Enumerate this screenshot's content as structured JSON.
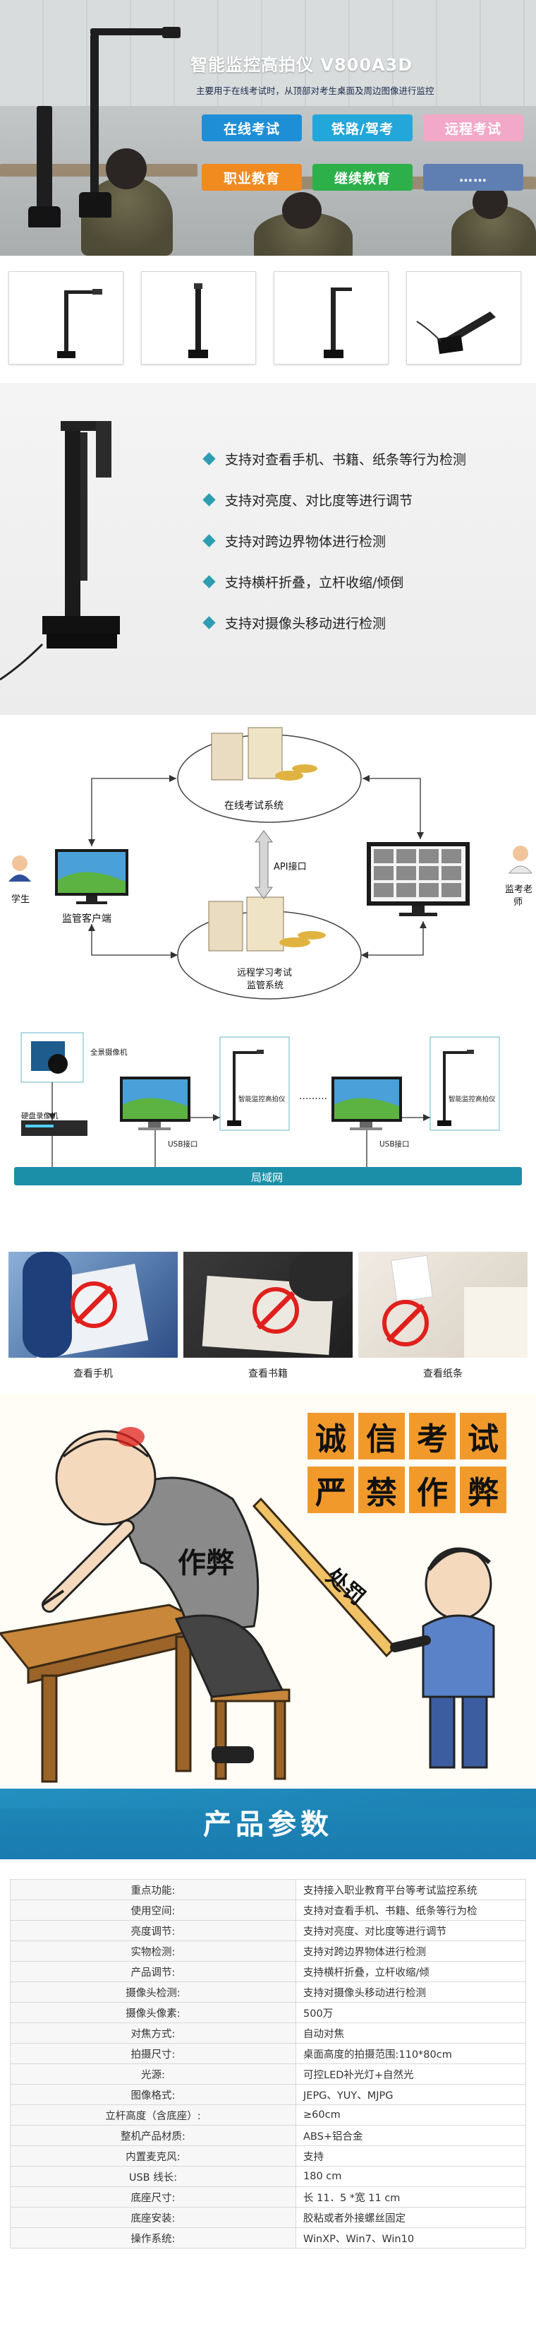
{
  "hero": {
    "title": "智能监控高拍仪 V800A3D",
    "subtitle": "主要用于在线考试时，从顶部对考生桌面及周边图像进行监控",
    "tags": [
      {
        "label": "在线考试",
        "color": "#1e8fd6"
      },
      {
        "label": "铁路/驾考",
        "color": "#23a6d9"
      },
      {
        "label": "远程考试",
        "color": "#f2a8c8"
      },
      {
        "label": "职业教育",
        "color": "#f18a1f"
      },
      {
        "label": "继续教育",
        "color": "#2db04a"
      },
      {
        "label": "……",
        "color": "#5f7fb2"
      }
    ]
  },
  "thumbnails": [
    {
      "name": "camera-upright-front"
    },
    {
      "name": "camera-upright-side"
    },
    {
      "name": "camera-upright-angle"
    },
    {
      "name": "camera-folded"
    }
  ],
  "features": [
    "支持对查看手机、书籍、纸条等行为检测",
    "支持对亮度、对比度等进行调节",
    "支持对跨边界物体进行检测",
    "支持横杆折叠，立杆收缩/倾倒",
    "支持对摄像头移动进行检测"
  ],
  "topology": {
    "server_online": "在线考试系统",
    "api_label": "API接口",
    "server_remote_line1": "远程学习考试",
    "server_remote_line2": "监管系统",
    "student_label": "学生",
    "client_label": "监管客户端",
    "supervisor_line1": "监考老",
    "supervisor_line2": "师",
    "panorama_camera": "全景摄像机",
    "dvr_label": "硬盘录像机",
    "usb_left": "USB接口",
    "usb_right": "USB接口",
    "camera_tag_left": "智能监控高拍仪",
    "camera_tag_right": "智能监控高拍仪",
    "dots": "·········",
    "lan_label": "局域网"
  },
  "nocheat": [
    {
      "caption": "查看手机"
    },
    {
      "caption": "查看书籍"
    },
    {
      "caption": "查看纸条"
    }
  ],
  "poster": {
    "slogan_row1": [
      "诚",
      "信",
      "考",
      "试"
    ],
    "slogan_row2": [
      "严",
      "禁",
      "作",
      "弊"
    ],
    "cheat_label": "作弊",
    "punish_label": "处罚"
  },
  "params": {
    "title": "产品参数",
    "rows": [
      {
        "k": "重点功能:",
        "v": "支持接入职业教育平台等考试监控系统"
      },
      {
        "k": "使用空间:",
        "v": "支持对查看手机、书籍、纸条等行为检"
      },
      {
        "k": "亮度调节:",
        "v": "支持对亮度、对比度等进行调节"
      },
      {
        "k": "实物检测:",
        "v": "支持对跨边界物体进行检测"
      },
      {
        "k": "产品调节:",
        "v": "支持横杆折叠，立杆收缩/倾"
      },
      {
        "k": "摄像头检测:",
        "v": "支持对摄像头移动进行检测"
      },
      {
        "k": "摄像头像素:",
        "v": "500万"
      },
      {
        "k": "对焦方式:",
        "v": "自动对焦"
      },
      {
        "k": "拍摄尺寸:",
        "v": "桌面高度的拍摄范围:110*80cm"
      },
      {
        "k": "光源:",
        "v": "可控LED补光灯+自然光"
      },
      {
        "k": "图像格式:",
        "v": "JEPG、YUY、MJPG"
      },
      {
        "k": "立杆高度（含底座）:",
        "v": "≥60cm"
      },
      {
        "k": "整机产品材质:",
        "v": "ABS+铝合金"
      },
      {
        "k": "内置麦克风:",
        "v": "支持"
      },
      {
        "k": "USB 线长:",
        "v": "180 cm"
      },
      {
        "k": "底座尺寸:",
        "v": "长 11．5 *宽 11 cm"
      },
      {
        "k": "底座安装:",
        "v": "胶粘或者外接螺丝固定"
      },
      {
        "k": "操作系统:",
        "v": "WinXP、Win7、Win10"
      }
    ]
  }
}
